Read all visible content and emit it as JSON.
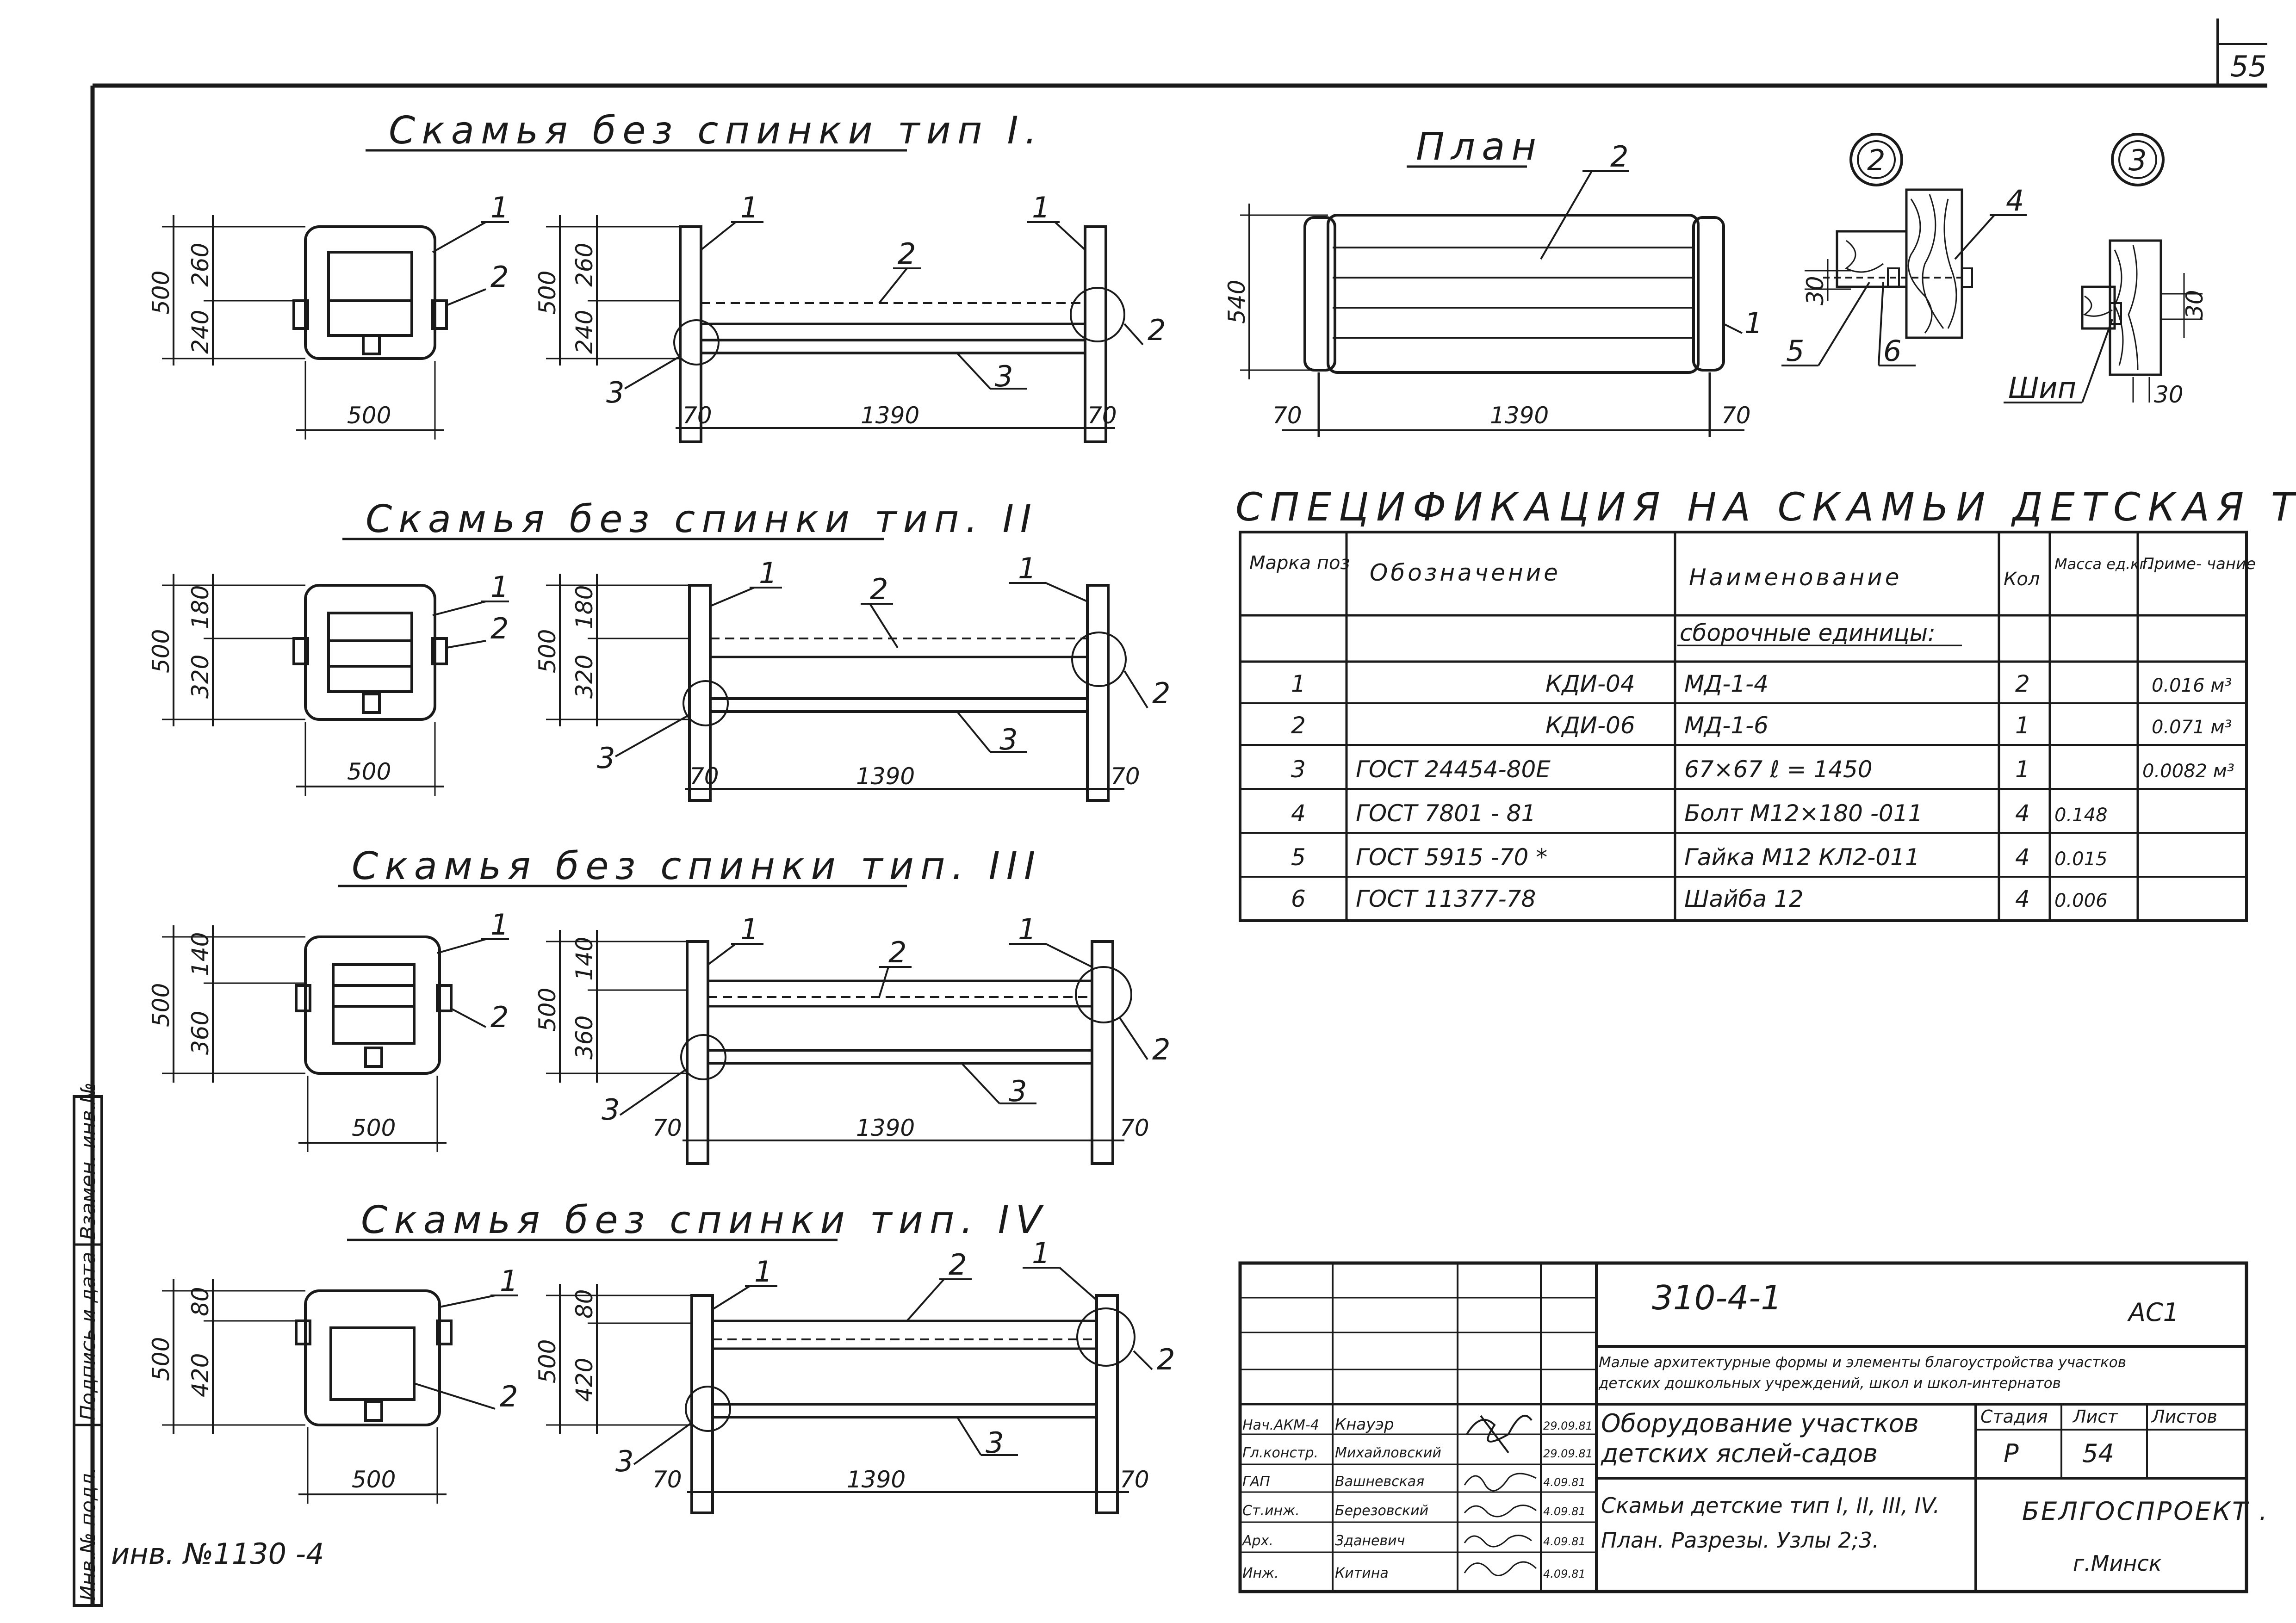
{
  "sheet_number": "55",
  "inventory": "инв. №1130 -4",
  "side_stamp": [
    "Инв.№ подл.",
    "Подпись и дата",
    "Взамен. инв.№"
  ],
  "benches": [
    {
      "title": "Скамья  без спинки тип I.",
      "dim_total_h": "500",
      "dim_upper": "260",
      "dim_lower": "240",
      "dim_width": "500",
      "dim_left": "70",
      "dim_length": "1390",
      "dim_right": "70",
      "marks": [
        "1",
        "2",
        "1",
        "1",
        "2",
        "2",
        "3",
        "3"
      ]
    },
    {
      "title": "Скамья  без спинки тип. II",
      "dim_total_h": "500",
      "dim_upper": "180",
      "dim_lower": "320",
      "dim_width": "500",
      "dim_left": "70",
      "dim_length": "1390",
      "dim_right": "70",
      "marks": [
        "1",
        "2",
        "1",
        "1",
        "2",
        "2",
        "3",
        "3"
      ]
    },
    {
      "title": "Скамья  без спинки тип. III",
      "dim_total_h": "500",
      "dim_upper": "140",
      "dim_lower": "360",
      "dim_width": "500",
      "dim_left": "70",
      "dim_length": "1390",
      "dim_right": "70",
      "marks": [
        "1",
        "2",
        "1",
        "1",
        "2",
        "2",
        "3",
        "3"
      ]
    },
    {
      "title": "Скамья  без спинки тип. IV",
      "dim_total_h": "500",
      "dim_upper": "80",
      "dim_lower": "420",
      "dim_width": "500",
      "dim_left": "70",
      "dim_length": "1390",
      "dim_right": "70",
      "marks": [
        "1",
        "2",
        "1",
        "1",
        "2",
        "2",
        "3",
        "3"
      ]
    }
  ],
  "plan": {
    "title": "План",
    "dim_width": "540",
    "dim_left": "70",
    "dim_length": "1390",
    "dim_right": "70",
    "mark_top": "2",
    "mark_side": "1"
  },
  "nodes": {
    "node2": {
      "label": "2",
      "dim": "30",
      "marks": [
        "4",
        "5",
        "6"
      ]
    },
    "node3": {
      "label": "3",
      "dim_v": "30",
      "dim_h": "30",
      "tenon": "Шип"
    }
  },
  "spec": {
    "title": "СПЕЦИФИКАЦИЯ НА СКАМЬИ ДЕТСКАЯ ТИП I, II, III, IV.",
    "headers": [
      "Марка поз",
      "Обозначение",
      "Наименование",
      "Кол",
      "Масса ед.кг.",
      "Приме- чание"
    ],
    "group": "сборочные единицы:",
    "rows": [
      [
        "1",
        "КДИ-04",
        "МД-1-4",
        "2",
        "",
        "0.016 м³"
      ],
      [
        "2",
        "КДИ-06",
        "МД-1-6",
        "1",
        "",
        "0.071 м³"
      ],
      [
        "3",
        "ГОСТ 24454-80Е",
        "67×67  ℓ = 1450",
        "1",
        "",
        "0.0082 м³"
      ],
      [
        "4",
        "ГОСТ 7801 - 81",
        "Болт М12×180 -011",
        "4",
        "0.148",
        ""
      ],
      [
        "5",
        "ГОСТ 5915 -70 *",
        "Гайка М12  КЛ2-011",
        "4",
        "0.015",
        ""
      ],
      [
        "6",
        "ГОСТ  11377-78",
        "Шайба  12",
        "4",
        "0.006",
        ""
      ]
    ]
  },
  "titleblock": {
    "code": "310-4-1",
    "code_suffix": "АС1",
    "project_line1": "Малые архитектурные формы и элементы благоустройства участков",
    "project_line2": "детских дошкольных учреждений, школ и школ-интернатов",
    "section_line1": "Оборудование участков",
    "section_line2": "детских яслей-садов",
    "sheet_line1": "Скамьи детские тип I, II, III, IV.",
    "sheet_line2": "План. Разрезы. Узлы 2;3.",
    "stage_label": "Стадия",
    "sheet_label": "Лист",
    "sheets_label": "Листов",
    "stage": "Р",
    "sheet": "54",
    "sheets": "",
    "org": "БЕЛГОСПРОЕКТ .",
    "city": "г.Минск",
    "people": [
      [
        "Нач.АКМ-4",
        "Кнауэр",
        "29.09.81"
      ],
      [
        "Гл.констр.",
        "Михайловский",
        "29.09.81"
      ],
      [
        "ГАП",
        "Вашневская",
        "4.09.81"
      ],
      [
        "Ст.инж.",
        "Березовский",
        "4.09.81"
      ],
      [
        "Арх.",
        "Зданевич",
        "4.09.81"
      ],
      [
        "Инж.",
        "Китина",
        "4.09.81"
      ]
    ]
  }
}
